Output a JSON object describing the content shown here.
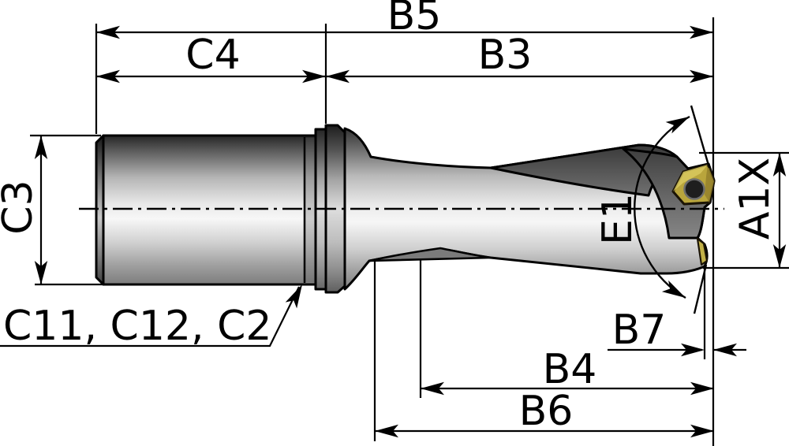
{
  "drawing": {
    "title_type": "indexable-insert-drill-dimension-diagram",
    "colors": {
      "background": "#ffffff",
      "outline": "#000000",
      "insert_gold": "#b9a53c",
      "insert_gold_light": "#d8c85e",
      "insert_gold_dark": "#97832c"
    },
    "dims": {
      "b5": "B5",
      "c4": "C4",
      "b3": "B3",
      "c3": "C3",
      "shank_note": "C11, C12, C2",
      "e1": "E1",
      "a1x": "A1X",
      "b7": "B7",
      "b4": "B4",
      "b6": "B6"
    }
  }
}
